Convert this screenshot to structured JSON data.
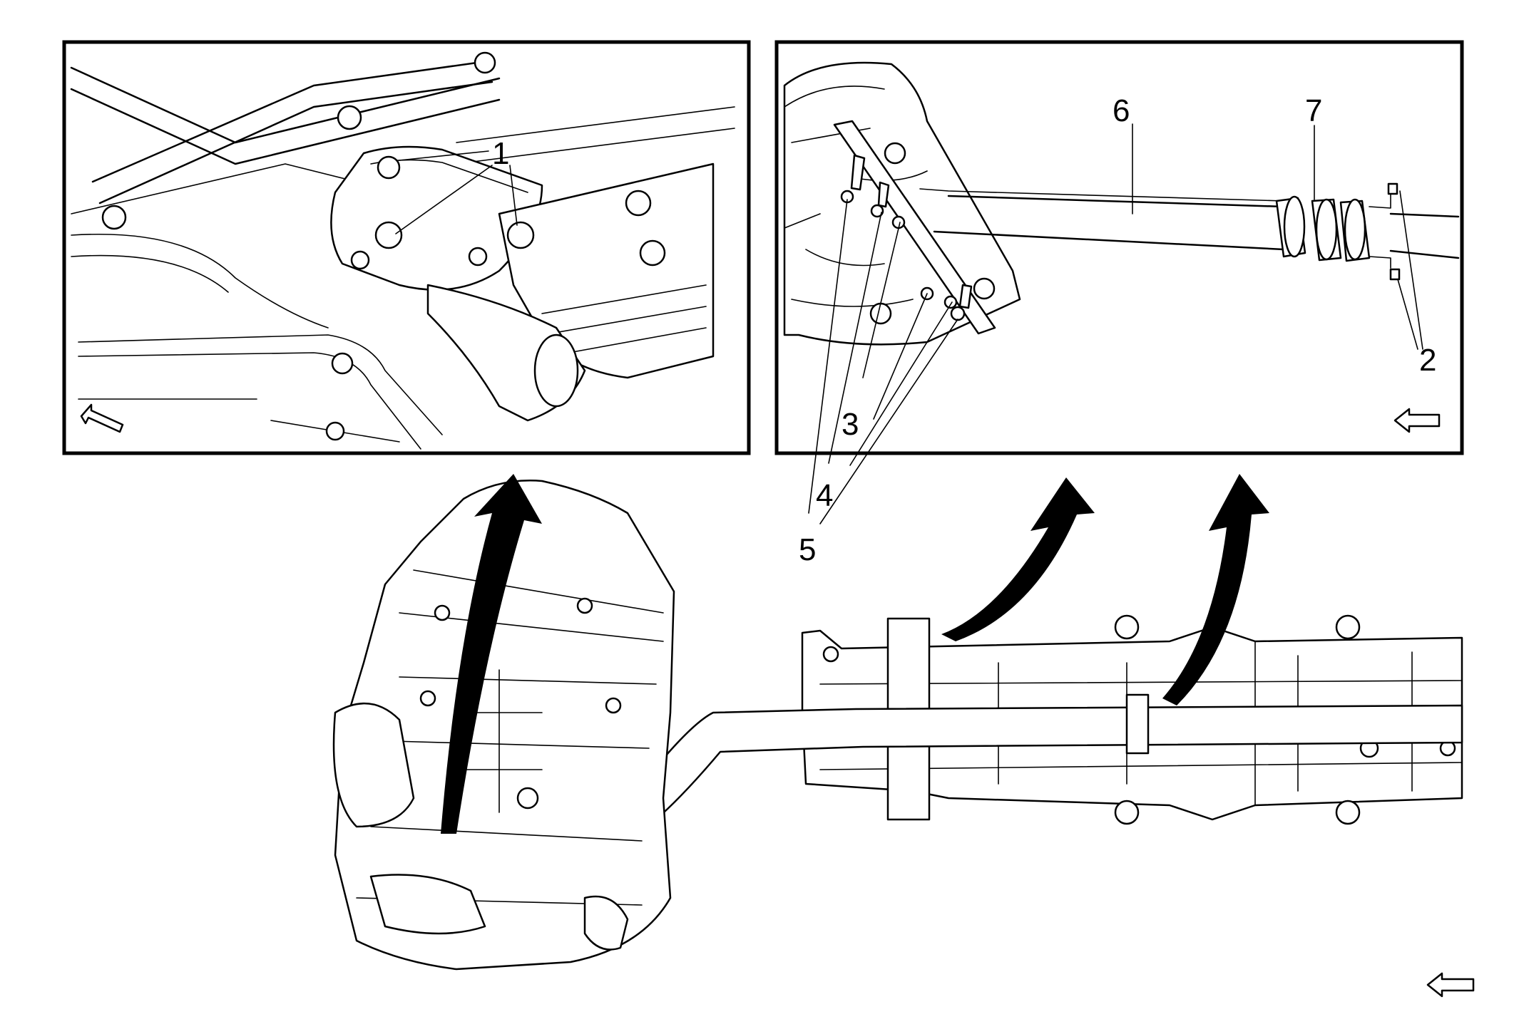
{
  "callouts": {
    "c1": "1",
    "c2": "2",
    "c3": "3",
    "c4": "4",
    "c5": "5",
    "c6": "6",
    "c7": "7"
  },
  "icons": [
    "direction-arrow-icon",
    "removal-arrow-icon"
  ],
  "colors": {
    "line": "#000000",
    "background": "#ffffff"
  }
}
